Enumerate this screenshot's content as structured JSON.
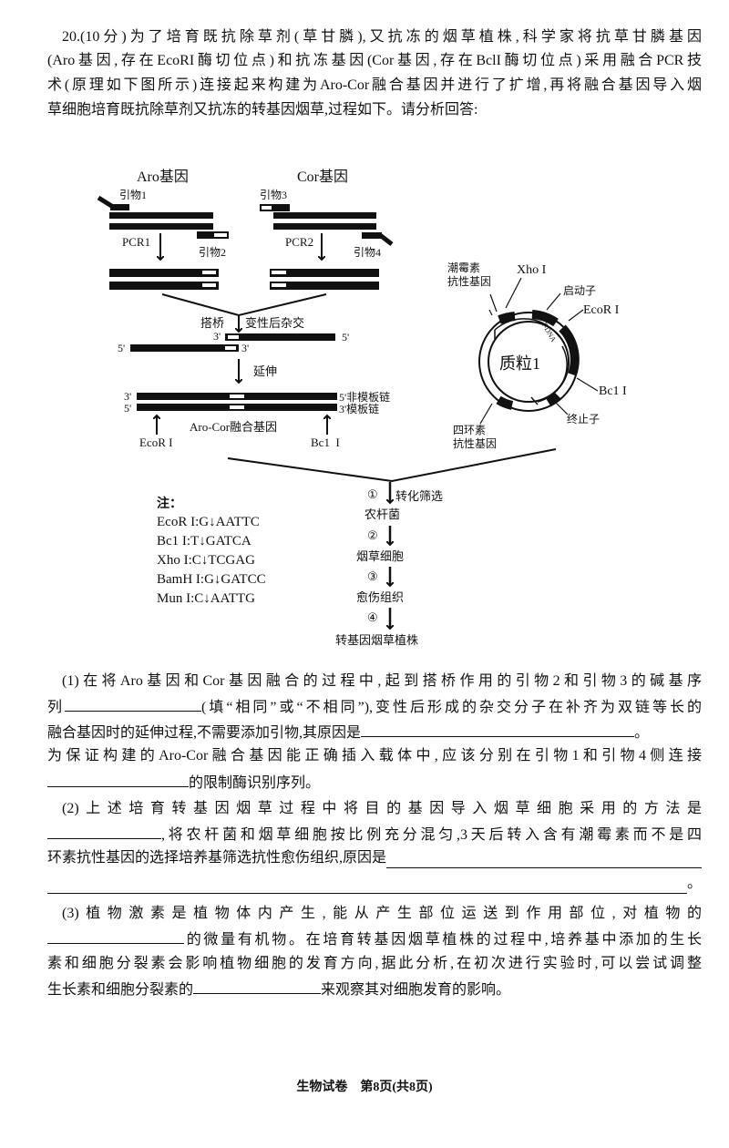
{
  "intro": [
    [
      "20.(10分)为了培育既抗除草剂(草甘膦),又抗冻的烟草植株,科学家将抗草甘膦基因"
    ],
    [
      "(Aro基因,存在EcoRI酶切位点)和抗冻基因(Cor基因,存在BclI酶切位点)采用融合PCR技"
    ],
    [
      "术(原理如下图所示)连接起来构建为Aro-Cor融合基因并进行了扩增,再将融合基因导入烟"
    ],
    [
      "草细胞培育既抗除草剂又抗冻的转基因烟草,过程如下。请分析回答:"
    ]
  ],
  "diagram": {
    "aro_gene": "Aro基因",
    "cor_gene": "Cor基因",
    "primer1": "引物1",
    "primer2": "引物2",
    "primer3": "引物3",
    "primer4": "引物4",
    "pcr1": "PCR1",
    "pcr2": "PCR2",
    "bridge": "搭桥",
    "hybrid": "变性后杂交",
    "end3": "3'",
    "end5": "5'",
    "extend": "延伸",
    "nontemplate": "5'非模板链",
    "template": "3'模板链",
    "fusion_gene": "Aro-Cor融合基因",
    "ecori": "EcoR I",
    "bcli": "Bc1  I",
    "plasmid": {
      "name": "质粒1",
      "hygro1": "潮霉素",
      "hygro2": "抗性基因",
      "xhoi": "Xho I",
      "promoter": "启动子",
      "ecori": "EcoR I",
      "tdna": "T-DNA",
      "bcli": "Bc1 I",
      "terminator": "终止子",
      "tetra1": "四环素",
      "tetra2": "抗性基因"
    },
    "notes_title": "注：",
    "notes": [
      "EcoR I:G↓AATTC",
      "Bc1 I:T↓GATCA",
      "Xho I:C↓TCGAG",
      "BamH I:G↓GATCC",
      "Mun I:C↓AATTG"
    ],
    "flow": {
      "step1": "①",
      "step1_label": "转化筛选",
      "agro": "农杆菌",
      "step2": "②",
      "cells": "烟草细胞",
      "step3": "③",
      "callus": "愈伤组织",
      "step4": "④",
      "plant": "转基因烟草植株"
    }
  },
  "questions": [
    [
      [
        "(1)在将Aro基因和Cor基因融合的过程中,起到搭桥作用的引物2和引物3的碱基序"
      ],
      [
        "列",
        null,
        "(填“相同”或“不相同”),变性后形成的杂交分子在补齐为双链等长的"
      ],
      [
        "融合基因时的延伸过程,不需要添加引物,其原因是",
        null,
        "。"
      ],
      [
        "为保证构建的Aro-Cor融合基因能正确插入载体中,应该分别在引物1和引物4侧连接"
      ],
      [
        null,
        "的限制酶识别序列。"
      ]
    ],
    [
      [
        "(2)上述培育转基因烟草过程中将目的基因导入烟草细胞采用的方法是"
      ],
      [
        null,
        ",将农杆菌和烟草细胞按比例充分混匀,3天后转入含有潮霉素而不是四"
      ],
      [
        "环素抗性基因的选择培养基筛选抗性愈伤组织,原因是",
        null
      ],
      [
        null,
        "。"
      ]
    ],
    [
      [
        "(3)植物激素是植物体内产生,能从产生部位运送到作用部位,对植物的"
      ],
      [
        null,
        "的微量有机物。在培育转基因烟草植株的过程中,培养基中添加的生长"
      ],
      [
        "素和细胞分裂素会影响植物细胞的发育方向,据此分析,在初次进行实验时,可以尝试调整"
      ],
      [
        "生长素和细胞分裂素的",
        null,
        "来观察其对细胞发育的影响。"
      ]
    ]
  ],
  "footer": "生物试卷　第8页(共8页)"
}
